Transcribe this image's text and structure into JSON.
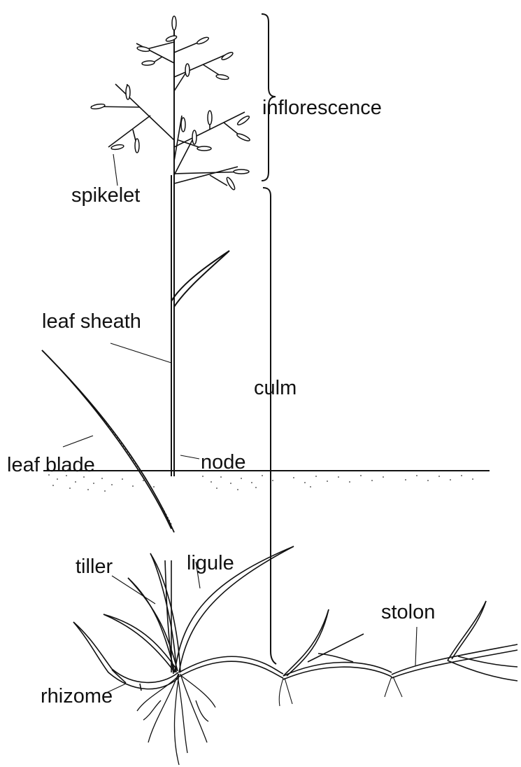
{
  "labels": {
    "inflorescence": "inflorescence",
    "spikelet": "spikelet",
    "leaf_sheath": "leaf sheath",
    "culm": "culm",
    "leaf_blade": "leaf blade",
    "node": "node",
    "tiller": "tiller",
    "ligule": "ligule",
    "stolon": "stolon",
    "rhizome": "rhizome"
  }
}
